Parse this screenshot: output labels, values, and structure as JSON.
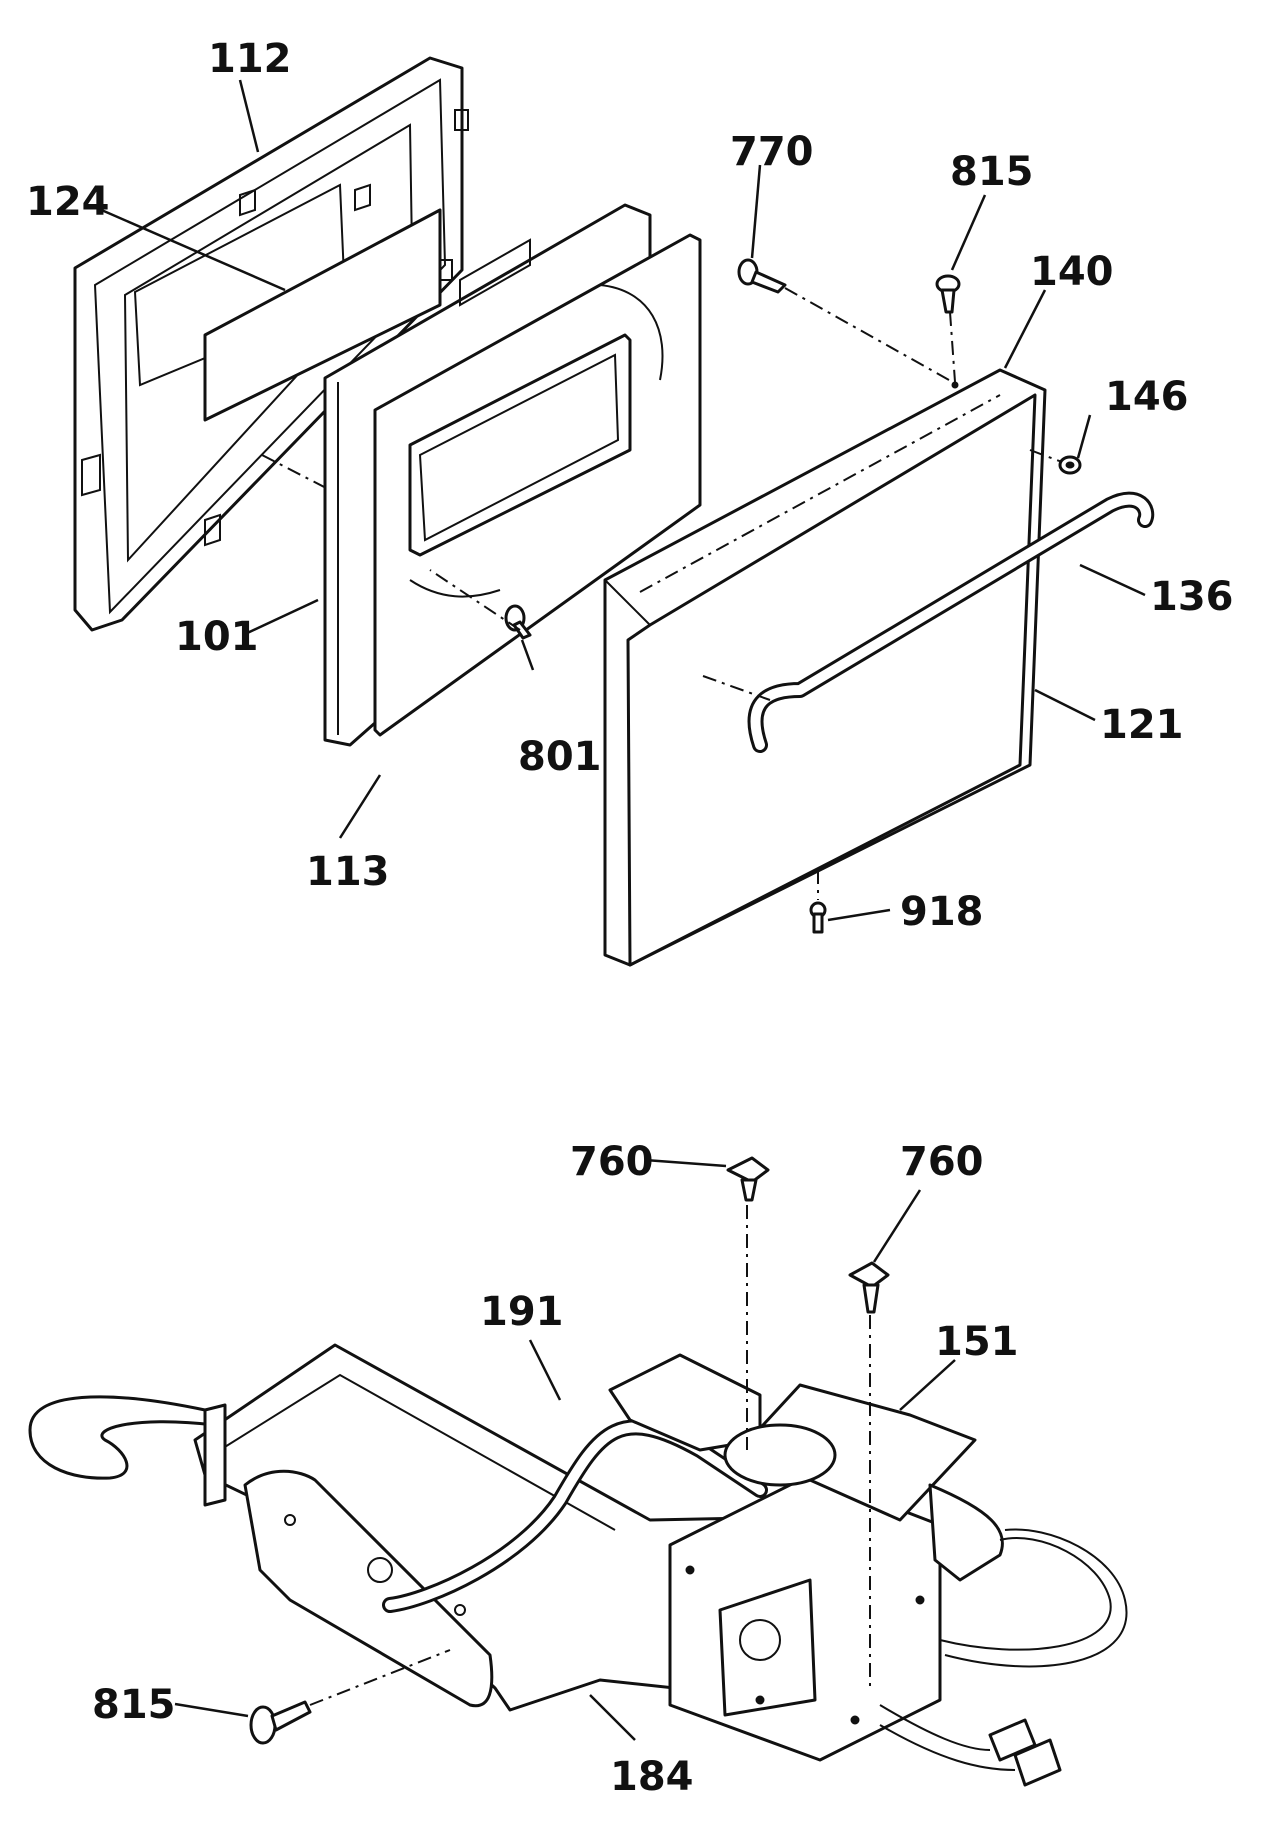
{
  "diagram": {
    "callouts": [
      {
        "id": "c112",
        "label": "112"
      },
      {
        "id": "c124",
        "label": "124"
      },
      {
        "id": "c770",
        "label": "770"
      },
      {
        "id": "c815a",
        "label": "815"
      },
      {
        "id": "c140",
        "label": "140"
      },
      {
        "id": "c146",
        "label": "146"
      },
      {
        "id": "c136",
        "label": "136"
      },
      {
        "id": "c101",
        "label": "101"
      },
      {
        "id": "c121",
        "label": "121"
      },
      {
        "id": "c801",
        "label": "801"
      },
      {
        "id": "c113",
        "label": "113"
      },
      {
        "id": "c918",
        "label": "918"
      },
      {
        "id": "c760a",
        "label": "760"
      },
      {
        "id": "c760b",
        "label": "760"
      },
      {
        "id": "c191",
        "label": "191"
      },
      {
        "id": "c151",
        "label": "151"
      },
      {
        "id": "c815b",
        "label": "815"
      },
      {
        "id": "c184",
        "label": "184"
      }
    ]
  }
}
